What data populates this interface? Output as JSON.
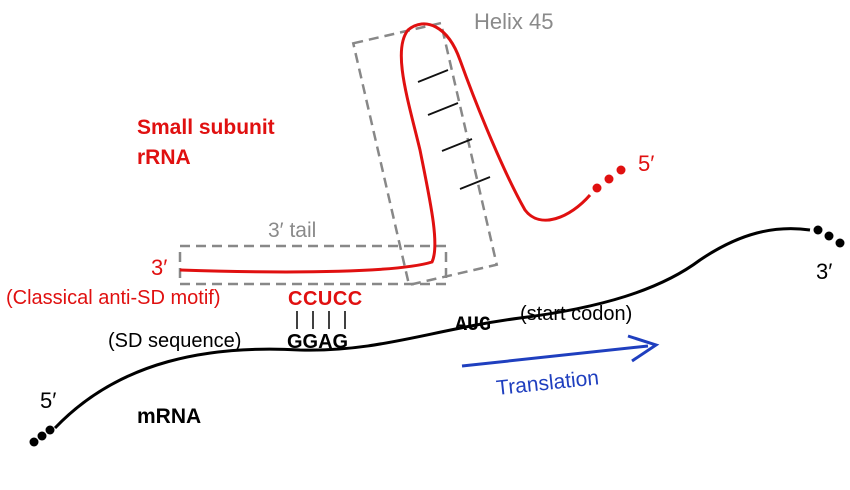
{
  "labels": {
    "helix": "Helix 45",
    "rrna_line1": "Small subunit",
    "rrna_line2": "rRNA",
    "rrna_five_prime": "5′",
    "tail": "3′ tail",
    "rrna_three_prime": "3′",
    "anti_sd_motif": "(Classical anti-SD motif)",
    "anti_sd_seq": "CCUCC",
    "sd_label": "(SD sequence)",
    "sd_seq": "GGAG",
    "start_codon_seq": "AUG",
    "start_codon_label": "(start codon)",
    "translation": "Translation",
    "mrna": "mRNA",
    "mrna_five_prime": "5′",
    "mrna_three_prime": "3′"
  },
  "colors": {
    "rrna": "#e01010",
    "mrna": "#000000",
    "box": "#888888",
    "gray_text": "#8a8a8a",
    "arrow": "#1f3fbf",
    "arrow_text": "#1f3fbf"
  }
}
